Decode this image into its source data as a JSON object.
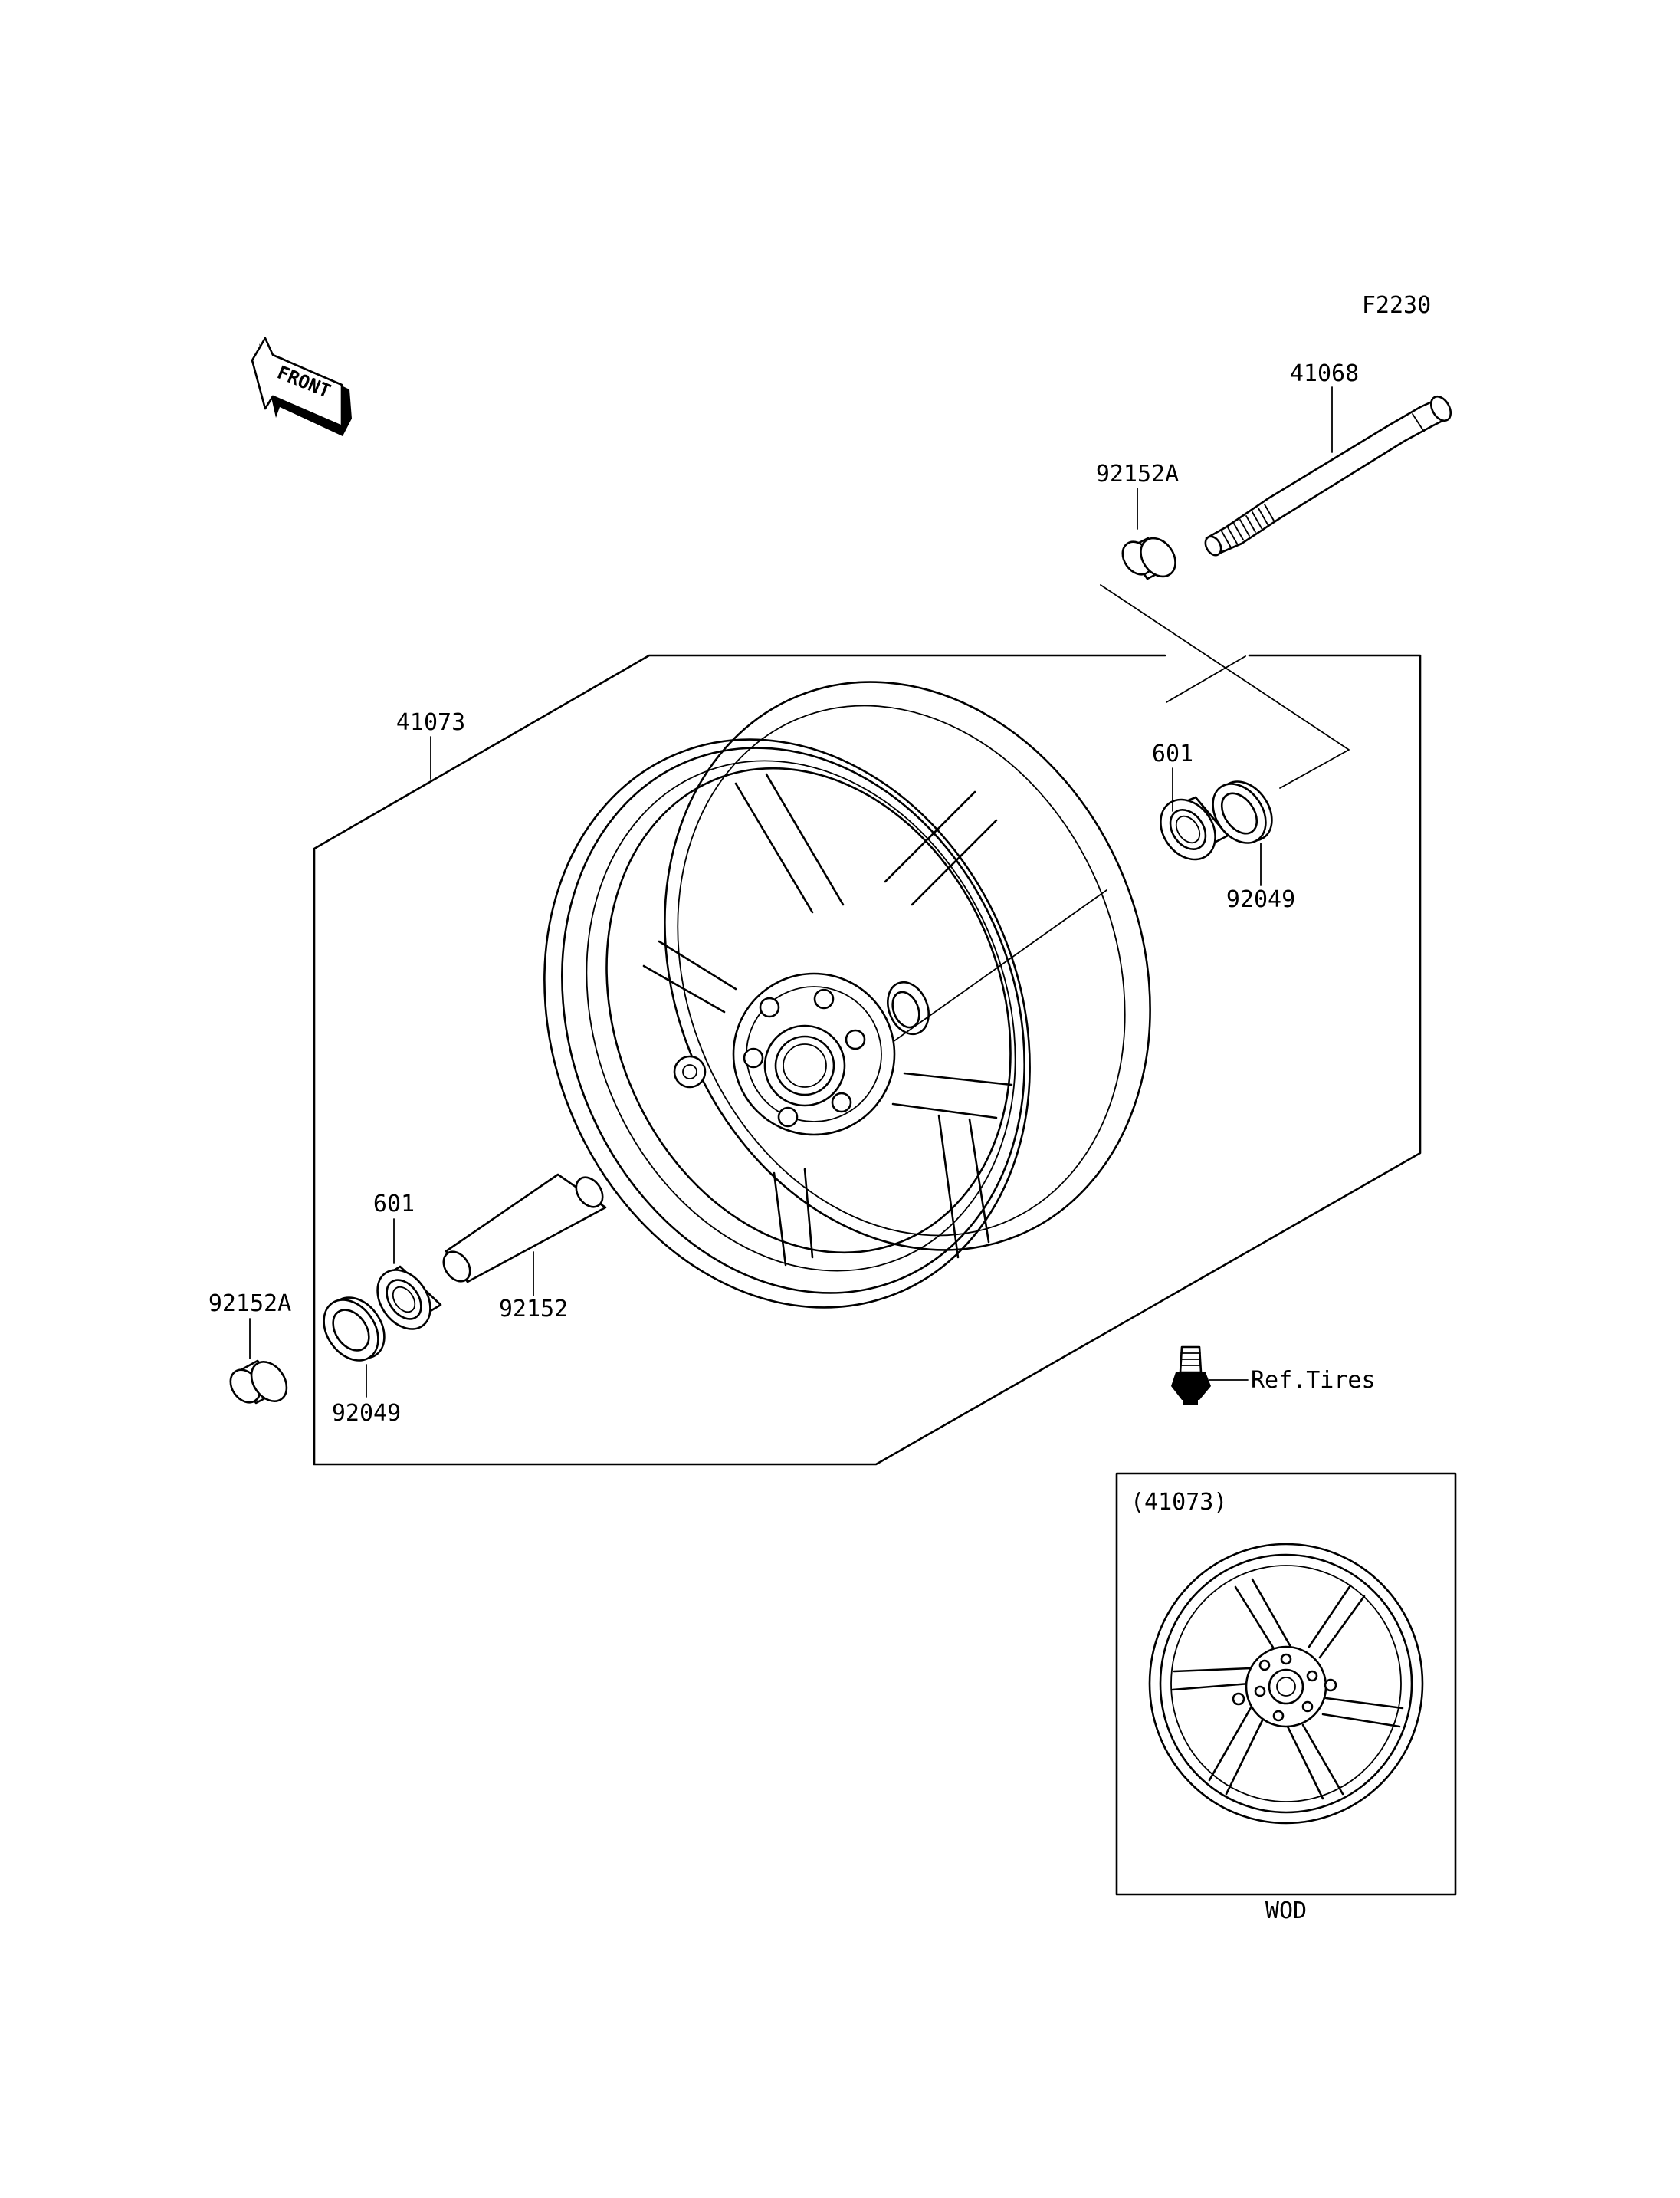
{
  "figure_code": "F2230",
  "front_arrow": {
    "text": "FRONT",
    "icon": "front-direction-arrow-icon"
  },
  "parts": [
    {
      "id": "axle",
      "label": "41068",
      "icon": "axle-icon"
    },
    {
      "id": "collar_right",
      "label": "92152A",
      "icon": "collar-icon"
    },
    {
      "id": "wheel",
      "label": "41073",
      "icon": "wheel-icon"
    },
    {
      "id": "bearing_right",
      "label": "601",
      "icon": "bearing-icon"
    },
    {
      "id": "seal_right",
      "label": "92049",
      "icon": "oil-seal-icon"
    },
    {
      "id": "bearing_left",
      "label": "601",
      "icon": "bearing-icon"
    },
    {
      "id": "sleeve",
      "label": "92152",
      "icon": "collar-icon"
    },
    {
      "id": "collar_left",
      "label": "92152A",
      "icon": "collar-icon"
    },
    {
      "id": "seal_left",
      "label": "92049",
      "icon": "oil-seal-icon"
    }
  ],
  "valve": {
    "label": "Ref.Tires",
    "icon": "tire-valve-icon"
  },
  "inset": {
    "title": "(41073)",
    "caption": "WOD",
    "icon": "wheel-icon"
  }
}
